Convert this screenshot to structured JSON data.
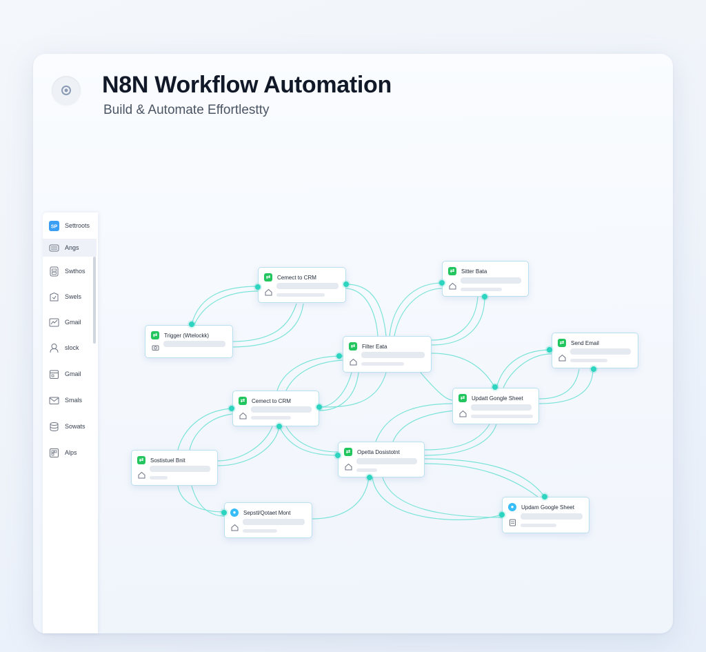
{
  "header": {
    "title": "N8N Workflow Automation",
    "subtitle": "Build & Automate Effortlestty"
  },
  "sidebar": {
    "items": [
      {
        "label": "Settroots",
        "icon": "app-badge-icon"
      },
      {
        "label": "Angs",
        "icon": "lines-icon"
      },
      {
        "label": "Swthos",
        "icon": "grid-box-icon"
      },
      {
        "label": "Swels",
        "icon": "shield-icon"
      },
      {
        "label": "Gmail",
        "icon": "chart-box-icon"
      },
      {
        "label": "slock",
        "icon": "user-outline-icon"
      },
      {
        "label": "Gmail",
        "icon": "calendar-icon"
      },
      {
        "label": "Smals",
        "icon": "mail-icon"
      },
      {
        "label": "Sowats",
        "icon": "database-icon"
      },
      {
        "label": "Alps",
        "icon": "apps-icon"
      }
    ]
  },
  "nodes": [
    {
      "title": "Cemect to CRM",
      "badge": "green"
    },
    {
      "title": "Sitter Bata",
      "badge": "green"
    },
    {
      "title": "Trigger (Wtelockk)",
      "badge": "green"
    },
    {
      "title": "Filter Eata",
      "badge": "green"
    },
    {
      "title": "Send Email",
      "badge": "green"
    },
    {
      "title": "Cemect to CRM",
      "badge": "green"
    },
    {
      "title": "Updatt Gongle Sheet",
      "badge": "green"
    },
    {
      "title": "Sostistuel Bnit",
      "badge": "green"
    },
    {
      "title": "Opetta Dosistotnt",
      "badge": "green"
    },
    {
      "title": "Sepstl/Qotaet Mont",
      "badge": "blue"
    },
    {
      "title": "Updam Google Sheet",
      "badge": "blue"
    }
  ],
  "colors": {
    "accent": "#22c55e",
    "edge": "#5eead4",
    "node_border": "#b9dff0"
  }
}
